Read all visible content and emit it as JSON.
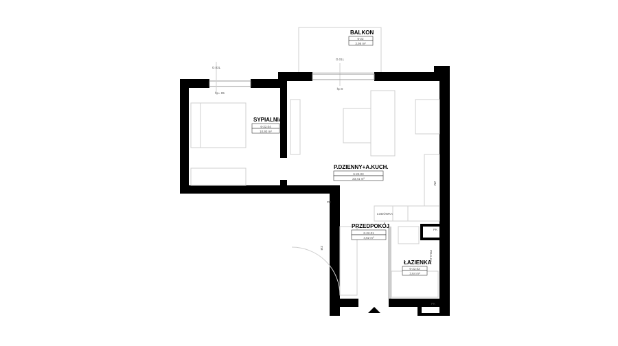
{
  "rooms": {
    "balkon": {
      "name": "BALKON",
      "code": "6-22",
      "area": "3,98 m²"
    },
    "sypialnia": {
      "name": "SYPIALNIA",
      "code": "6-22.04",
      "area": "10,93 m²"
    },
    "dzienny": {
      "name": "P.DZIENNY+A.KUCH.",
      "code": "6-22.03",
      "area": "23,41 m²"
    },
    "przedpokoj": {
      "name": "PRZEDPOKÓJ",
      "code": "6-22.01",
      "area": "4,52 m²"
    },
    "lazienka": {
      "name": "ŁAZIENKA",
      "code": "6-22.02",
      "area": "3,64 m²"
    }
  },
  "windows": {
    "balcony_door": {
      "label": "O.01L",
      "sill": "hp 0"
    },
    "bedroom_window": {
      "label": "O.03L",
      "sill": "hp= 85"
    }
  },
  "annotations": {
    "zm": "ZM",
    "lodowka": "LODÓWKA",
    "pk": "PK",
    "pralka": "PRALKA"
  }
}
